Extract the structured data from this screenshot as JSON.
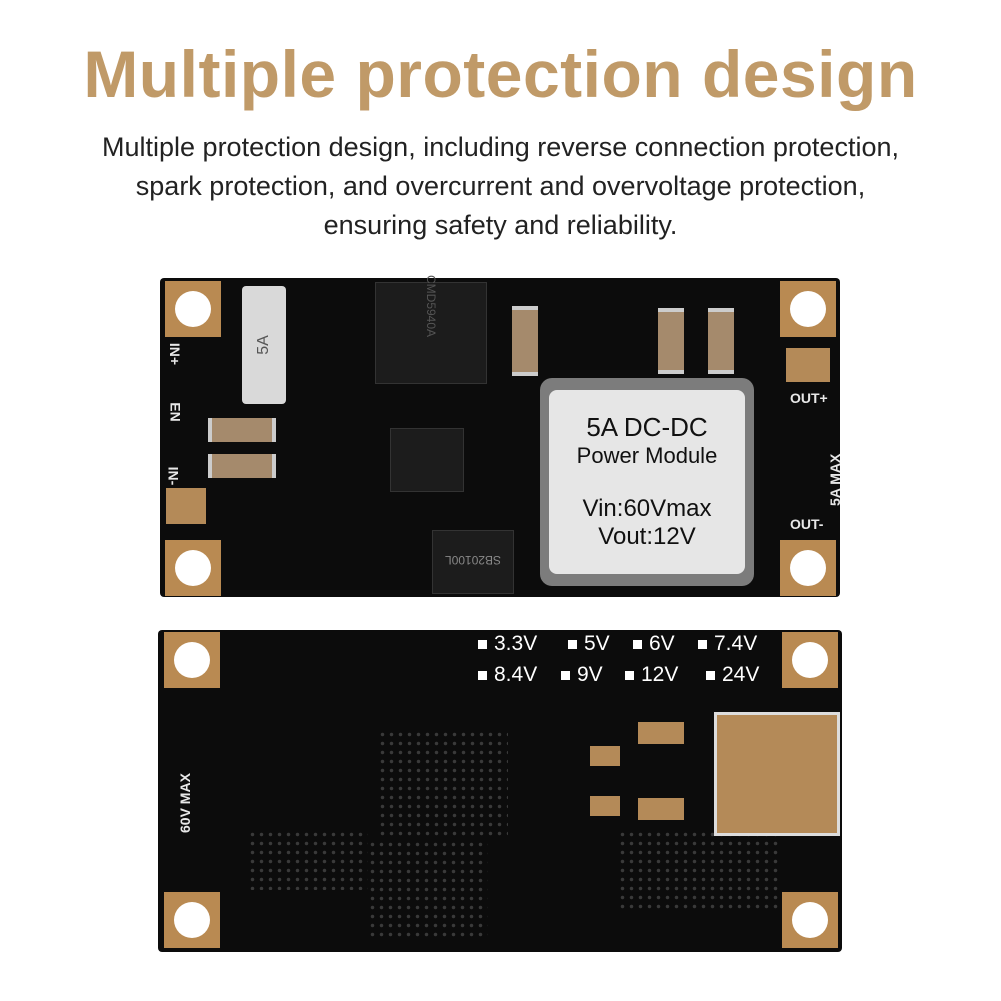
{
  "title": "Multiple protection design",
  "description_lines": [
    "Multiple protection design, including reverse connection protection,",
    "spark protection, and overcurrent and overvoltage protection,",
    "ensuring safety and reliability."
  ],
  "front_board": {
    "fuse_label": "5A",
    "mosfet_label": "CMD5940A",
    "diode_label": "SB20100L",
    "silk_in_plus": "IN+",
    "silk_en": "EN",
    "silk_in_minus": "IN-",
    "silk_out_plus": "OUT+",
    "silk_out_minus": "OUT-",
    "silk_rating": "5A MAX",
    "inductor_label": {
      "line1": "5A DC-DC",
      "line2": "Power Module",
      "line3": "Vin:60Vmax",
      "line4": "Vout:12V"
    }
  },
  "back_board": {
    "voltage_options": [
      "3.3V",
      "5V",
      "6V",
      "7.4V",
      "8.4V",
      "9V",
      "12V",
      "24V"
    ],
    "silk_vin": "60V MAX"
  },
  "colors": {
    "title": "#c09a68",
    "pcb": "#0c0c0c",
    "copper": "#b98a52"
  }
}
